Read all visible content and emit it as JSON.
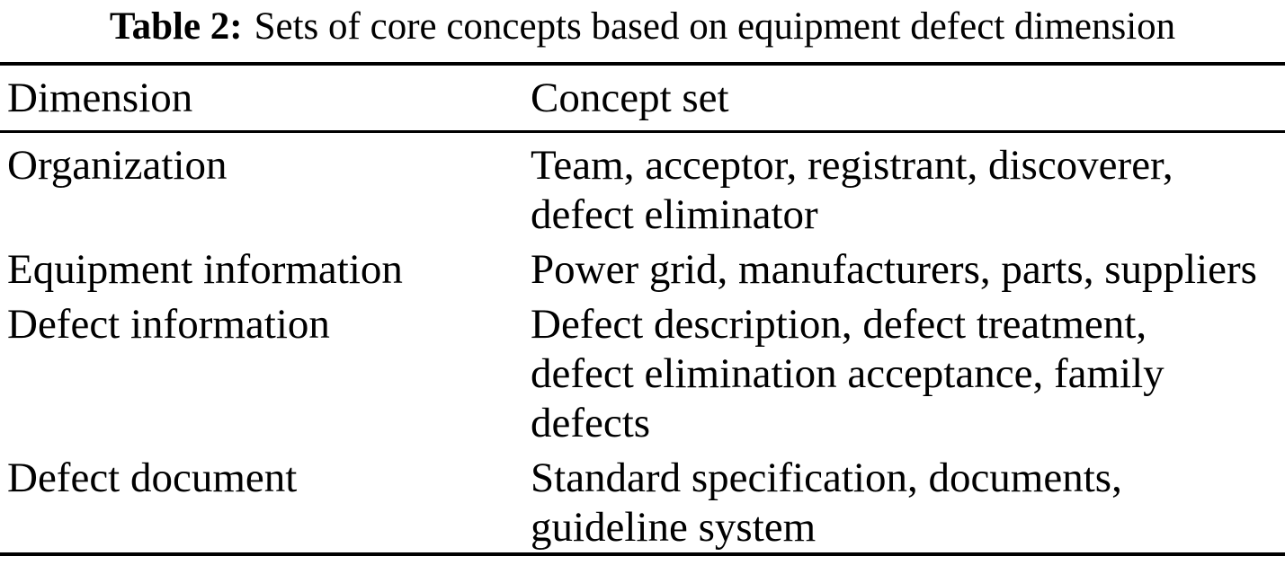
{
  "caption": {
    "label": "Table 2:",
    "text": "Sets of core concepts based on equipment defect dimension"
  },
  "table": {
    "headers": {
      "dimension": "Dimension",
      "concept_set": "Concept set"
    },
    "rows": [
      {
        "dimension": "Organization",
        "concept_set": "Team, acceptor, registrant, discoverer,\ndefect eliminator"
      },
      {
        "dimension": "Equipment information",
        "concept_set": "Power grid, manufacturers, parts, suppliers"
      },
      {
        "dimension": "Defect information",
        "concept_set": "Defect description, defect treatment,\ndefect elimination acceptance, family\ndefects"
      },
      {
        "dimension": "Defect document",
        "concept_set": "Standard specification, documents,\nguideline system"
      }
    ]
  },
  "colors": {
    "background": "#ffffff",
    "text": "#000000",
    "rule": "#000000"
  }
}
